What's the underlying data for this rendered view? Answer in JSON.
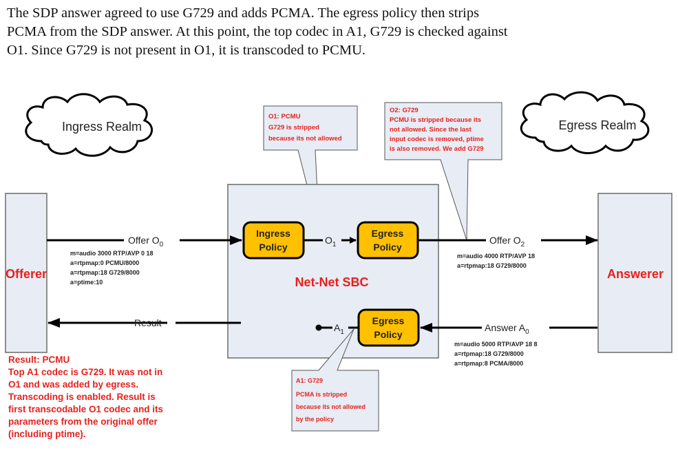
{
  "intro": {
    "line1": "The SDP answer agreed to use G729 and adds PCMA. The egress policy then strips",
    "line2": "PCMA from the SDP answer. At this point, the top codec in A1, G729 is checked against",
    "line3": "O1. Since G729 is not present in O1, it is transcoded to PCMU."
  },
  "clouds": {
    "ingress": "Ingress Realm",
    "egress": "Egress Realm"
  },
  "endpoints": {
    "offerer": "Offerer",
    "answerer": "Answerer"
  },
  "sbc": {
    "title": "Net-Net SBC"
  },
  "policies": {
    "ingress_top": {
      "line1": "Ingress",
      "line2": "Policy"
    },
    "egress_top": {
      "line1": "Egress",
      "line2": "Policy"
    },
    "egress_bottom": {
      "line1": "Egress",
      "line2": "Policy"
    }
  },
  "arrows": {
    "offer_o0": {
      "text": "Offer O",
      "sub": "0"
    },
    "o1": {
      "text": "O",
      "sub": "1"
    },
    "offer_o2": {
      "text": "Offer O",
      "sub": "2"
    },
    "answer_a0": {
      "text": "Answer A",
      "sub": "0"
    },
    "a1": {
      "text": "A",
      "sub": "1"
    },
    "result": "Result"
  },
  "sdp": {
    "offer": [
      "m=audio 3000 RTP/AVP 0 18",
      "a=rtpmap:0 PCMU/8000",
      "a=rtpmap:18 G729/8000",
      "a=ptime:10"
    ],
    "offer2": [
      "m=audio 4000 RTP/AVP 18",
      "a=rtpmap:18 G729/8000"
    ],
    "answer": [
      "m=audio 5000 RTP/AVP 18 8",
      "a=rtpmap:18 G729/8000",
      "a=rtpmap:8 PCMA/8000"
    ]
  },
  "callouts": {
    "o1": [
      "O1: PCMU",
      "G729 is stripped",
      "because its not allowed"
    ],
    "o2": [
      "O2: G729",
      "PCMU is stripped because its",
      "not allowed. Since the last",
      "input codec is removed, ptime",
      "is also removed. We add G729"
    ],
    "a1": [
      "A1: G729",
      "PCMA is stripped",
      "because its not allowed",
      "by the policy"
    ]
  },
  "result_note": [
    "Result: PCMU",
    "Top A1 codec is G729. It was not in",
    "O1 and was added by egress.",
    "Transcoding is enabled. Result is",
    "first transcodable O1 codec and its",
    "parameters from the original offer",
    "(including ptime)."
  ],
  "colors": {
    "accent_red": "#e8201d",
    "policy_fill": "#ffc000",
    "box_fill": "#e8ecf4",
    "box_stroke": "#6b6b6b"
  }
}
